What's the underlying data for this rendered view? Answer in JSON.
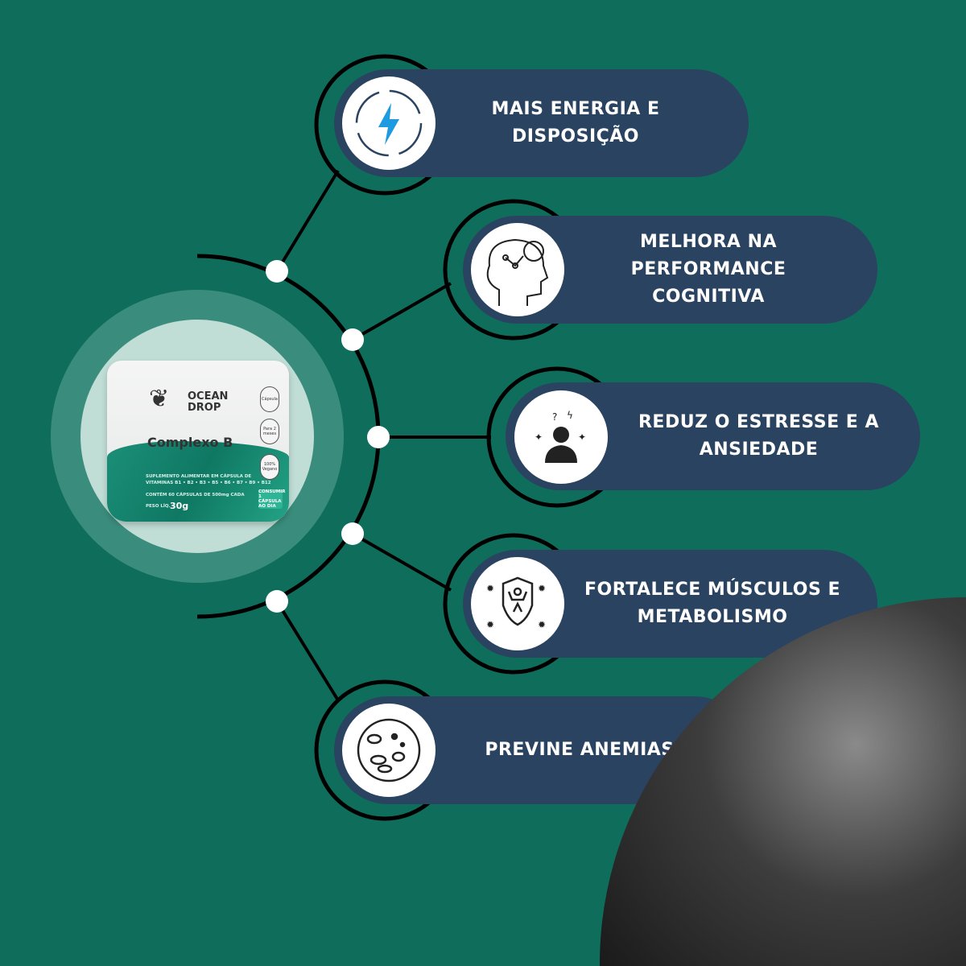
{
  "benefits": [
    {
      "label": "MAIS ENERGIA E DISPOSIÇÃO",
      "icon": "energy-cycle-icon"
    },
    {
      "label": "MELHORA NA PERFORMANCE COGNITIVA",
      "icon": "brain-gear-icon"
    },
    {
      "label": "REDUZ O ESTRESSE E A ANSIEDADE",
      "icon": "stressed-person-icon"
    },
    {
      "label": "FORTALECE MÚSCULOS E METABOLISMO",
      "icon": "strength-shield-icon"
    },
    {
      "label": "PREVINE ANEMIAS",
      "icon": "blood-cells-icon"
    }
  ],
  "product": {
    "brand_line1": "OCEAN",
    "brand_line2": "DROP",
    "name": "Complexo B",
    "badge_capsule": "Cápsula",
    "badge_months": "Para 2 meses",
    "badge_vegan": "100% Vegano",
    "desc1": "SUPLEMENTO ALIMENTAR EM CÁPSULA DE",
    "desc2": "VITAMINAS B1 • B2 • B3 • B5 • B6 • B7 • B9 • B12",
    "contents": "CONTÉM 60 CÁPSULAS DE 500mg CADA",
    "weight_label": "PESO LÍQ.",
    "weight": "30g",
    "dose": "CONSUMIR 1 CÁPSULA AO DIA"
  },
  "colors": {
    "background": "#0f6e5b",
    "pill": "#2a4360",
    "accent": "#1e9be0"
  }
}
